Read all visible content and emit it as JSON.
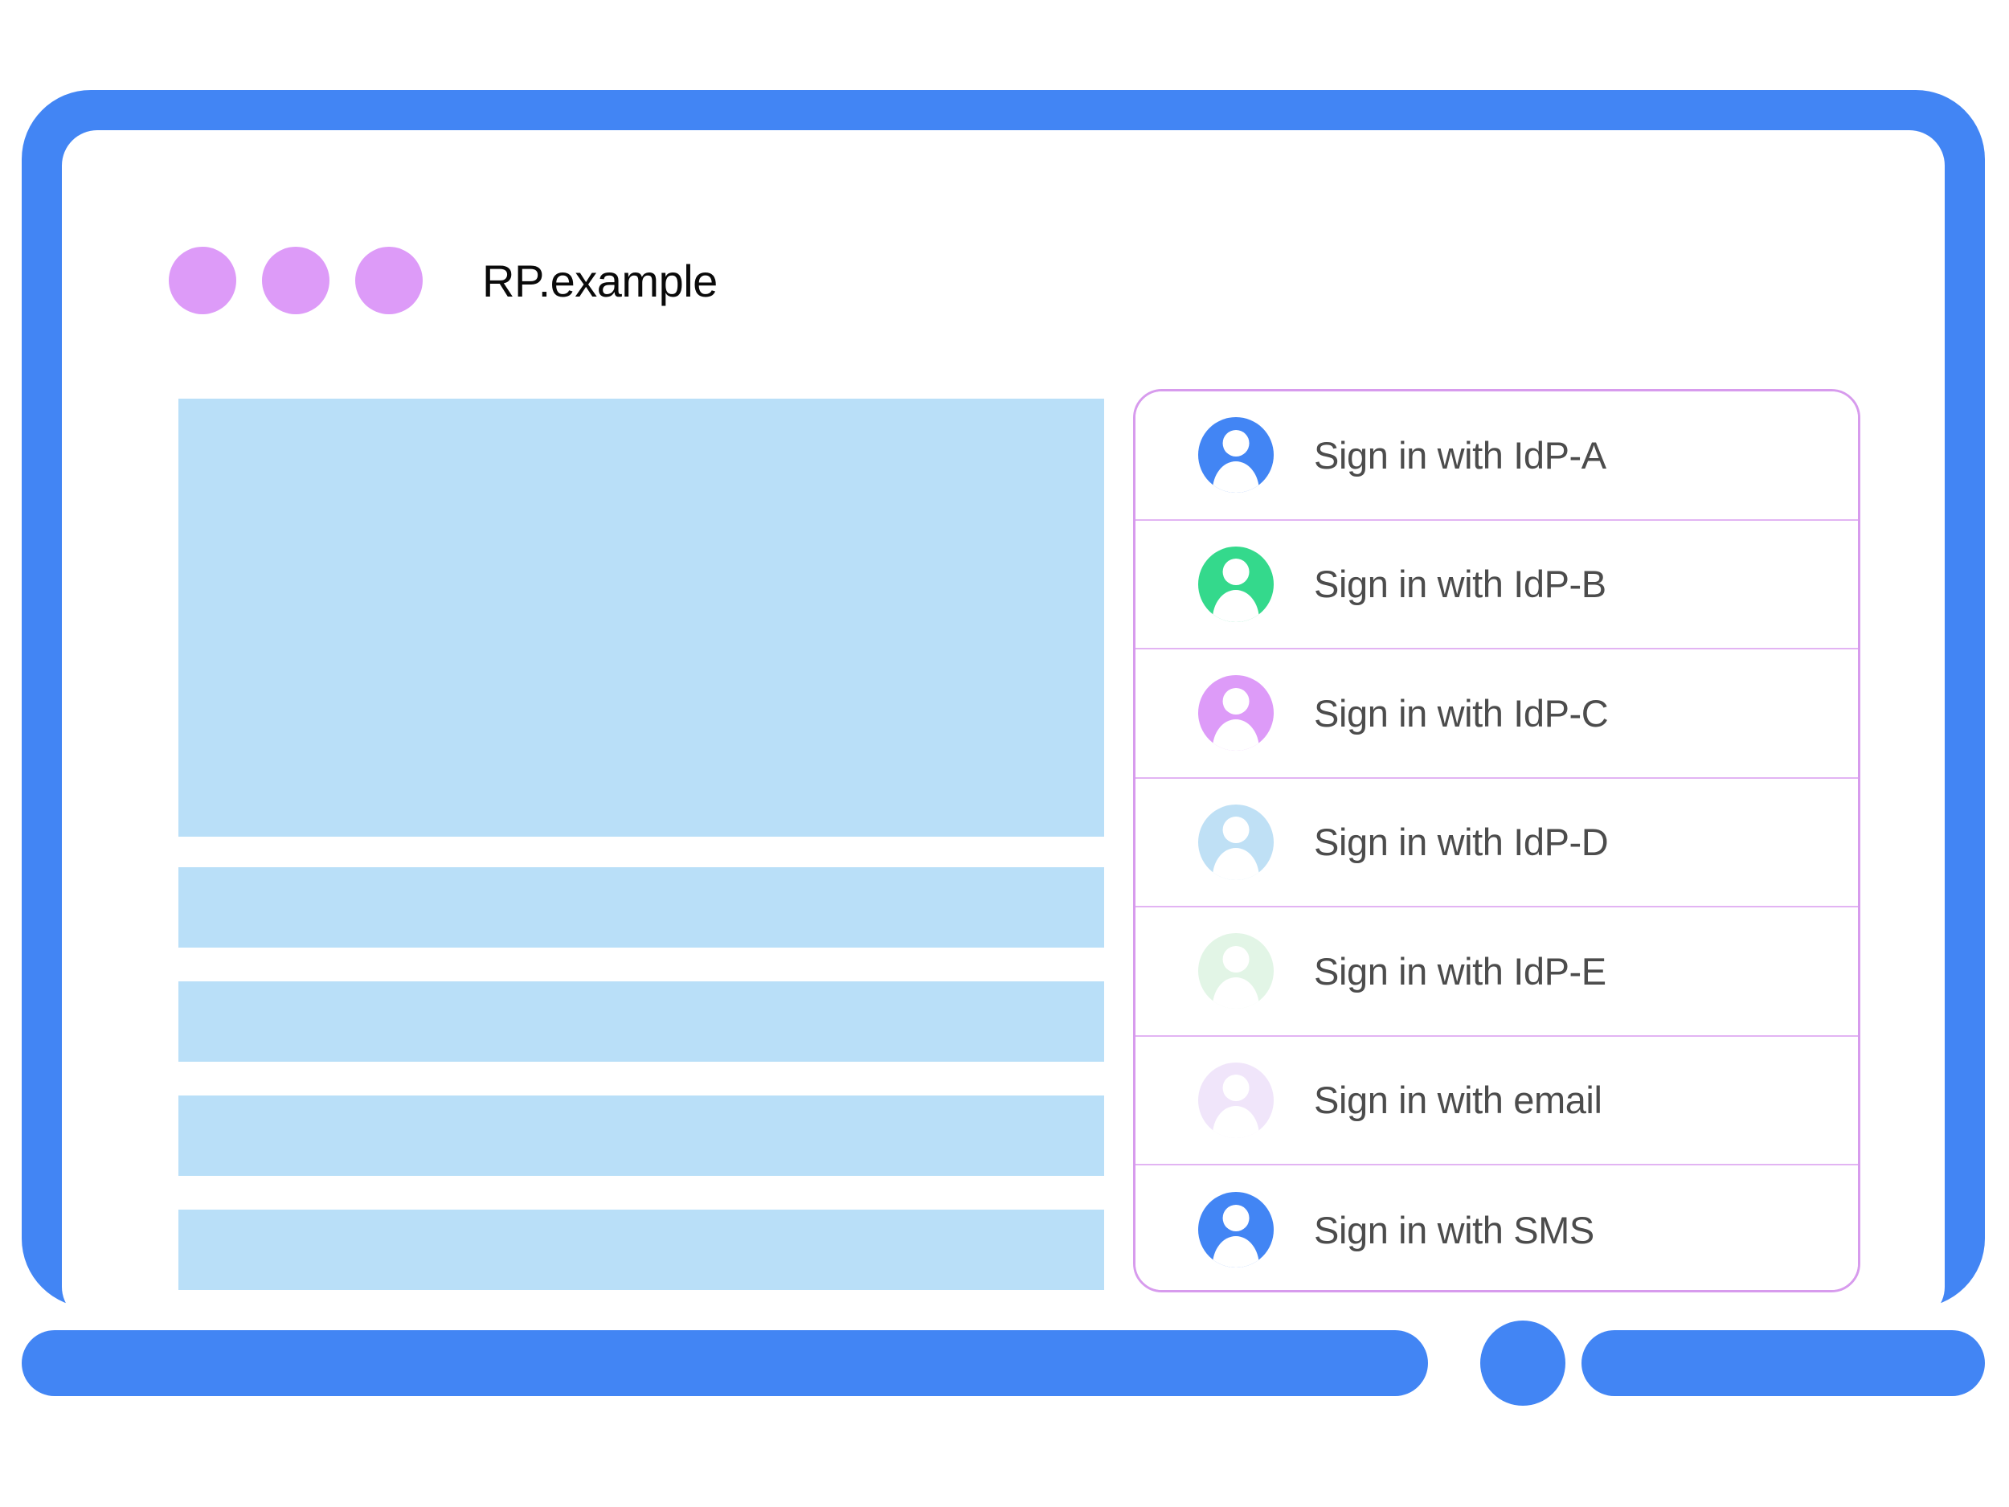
{
  "theme": {
    "frame_blue": "#4285f4",
    "skeleton_blue": "#b9dff8",
    "dot_purple": "#dd9bf8",
    "panel_border_purple": "#d79bed",
    "row_divider_purple": "#e2b4f3",
    "label_gray": "#4c4c4c"
  },
  "browser": {
    "title": "RP.example",
    "window_dots": [
      "dot-1",
      "dot-2",
      "dot-3"
    ]
  },
  "content": {
    "skeleton_blocks": [
      {
        "name": "hero-placeholder",
        "kind": "hero"
      },
      {
        "name": "text-placeholder-1",
        "kind": "bar"
      },
      {
        "name": "text-placeholder-2",
        "kind": "bar"
      },
      {
        "name": "text-placeholder-3",
        "kind": "bar"
      },
      {
        "name": "text-placeholder-4",
        "kind": "bar"
      }
    ]
  },
  "account_chooser": {
    "rows": [
      {
        "label": "Sign in with IdP-A",
        "icon": "account-avatar-icon",
        "avatar_color": "#4285f4"
      },
      {
        "label": "Sign in with IdP-B",
        "icon": "account-avatar-icon",
        "avatar_color": "#34d98c"
      },
      {
        "label": "Sign in with IdP-C",
        "icon": "account-avatar-icon",
        "avatar_color": "#dd9bf8"
      },
      {
        "label": "Sign in with IdP-D",
        "icon": "account-avatar-icon",
        "avatar_color": "#bfe0f5"
      },
      {
        "label": "Sign in with IdP-E",
        "icon": "account-avatar-icon",
        "avatar_color": "#e2f5e6"
      },
      {
        "label": "Sign in with email",
        "icon": "account-avatar-icon",
        "avatar_color": "#f0e5fa"
      },
      {
        "label": "Sign in with SMS",
        "icon": "account-avatar-icon",
        "avatar_color": "#4285f4"
      }
    ]
  },
  "device": {
    "home_button": "home-button"
  }
}
